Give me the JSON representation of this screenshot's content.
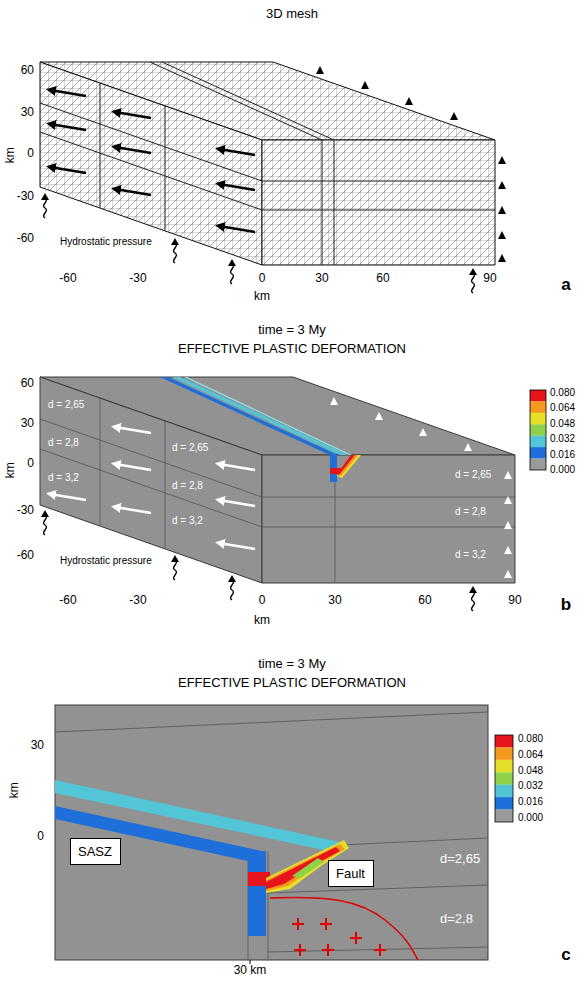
{
  "diagram": {
    "nodes": [
      {
        "text": [
          "SASZ"
        ]
      },
      {
        "text": [
          "Fault"
        ]
      }
    ],
    "labels": [
      "3D mesh",
      "60",
      "30",
      "0",
      "-30",
      "-60",
      "km",
      "-60",
      "-30",
      "0",
      "30",
      "60",
      "90",
      "km",
      "Hydrostatic pressure",
      "a",
      "time = 3 My",
      "EFFECTIVE PLASTIC DEFORMATION",
      "60",
      "30",
      "0",
      "-30",
      "-60",
      "km",
      "-60",
      "-30",
      "0",
      "30",
      "60",
      "90",
      "km",
      "d = 2,65",
      "d = 2,65",
      "d = 2,8",
      "d = 2,8",
      "d = 3,2",
      "d = 3,2",
      "d = 2,65",
      "d = 2,8",
      "d = 3,2",
      "0.080",
      "0.064",
      "0.048",
      "0.032",
      "0.016",
      "0.000",
      "Hydrostatic pressure",
      "b",
      "time = 3 My",
      "EFFECTIVE PLASTIC DEFORMATION",
      "30",
      "0",
      "km",
      "d=2,65",
      "d=2,8",
      "30 km",
      "0.080",
      "0.064",
      "0.048",
      "0.032",
      "0.016",
      "0.000",
      "c"
    ]
  }
}
